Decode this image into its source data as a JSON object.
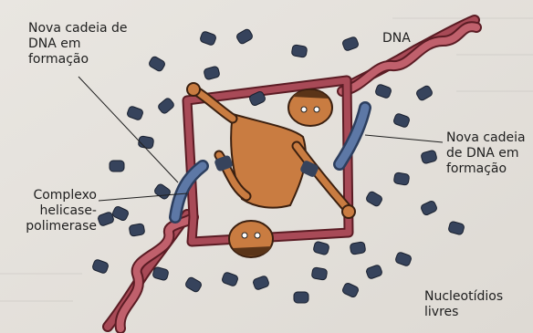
{
  "labels": {
    "new_strand_left": "Nova cadeia de\nDNA em\nformação",
    "dna": "DNA",
    "new_strand_right": "Nova cadeia\nde DNA em\nformação",
    "complex": "Complexo\nhelicase-\npolimerase",
    "nucleotides": "Nucleotídios\nlivres"
  },
  "colors": {
    "background": "#e7e4df",
    "dna_strand": "#a84a57",
    "dna_outline": "#5b1c24",
    "new_strand": "#4f6a96",
    "nucleotide": "#36435c",
    "figure_skin": "#c97c41",
    "leader_line": "#1e1e1e"
  }
}
